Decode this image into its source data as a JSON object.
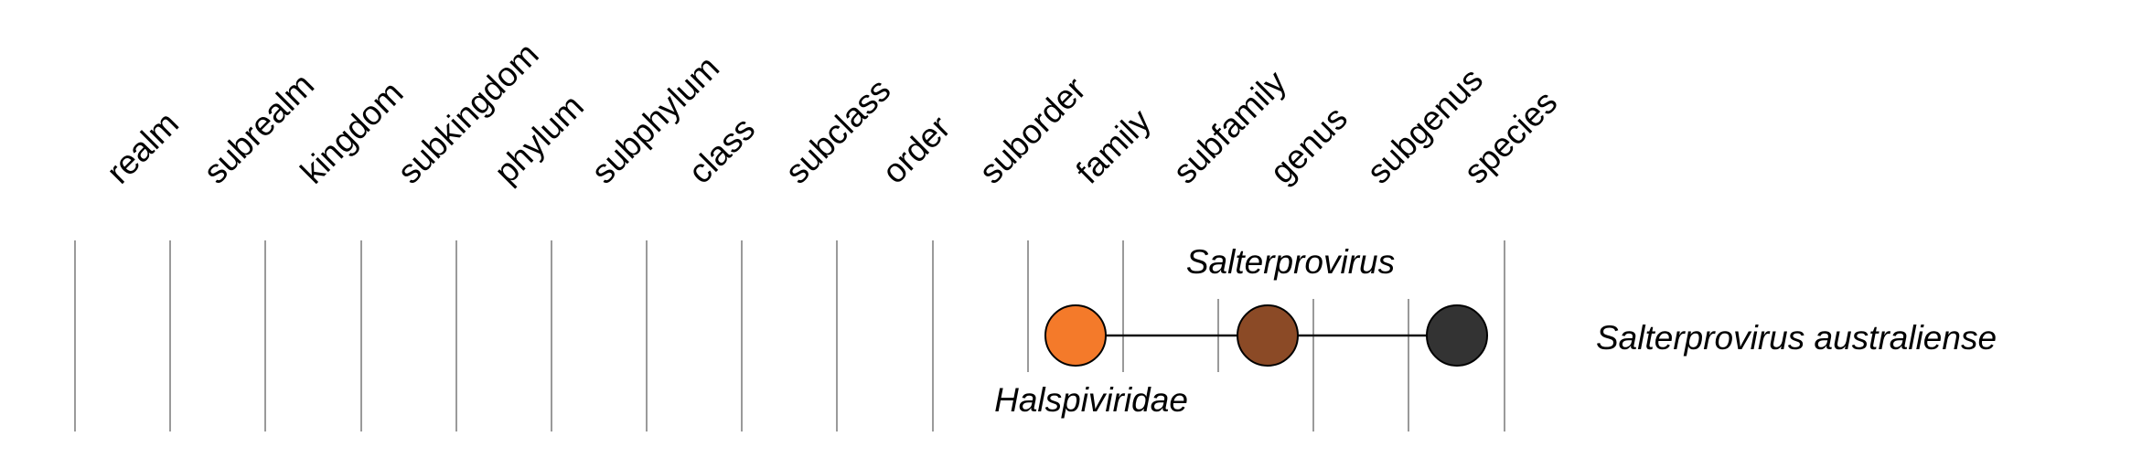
{
  "diagram": {
    "type": "taxonomy-lineage",
    "ranks": [
      "realm",
      "subrealm",
      "kingdom",
      "subkingdom",
      "phylum",
      "subphylum",
      "class",
      "subclass",
      "order",
      "suborder",
      "family",
      "subfamily",
      "genus",
      "subgenus",
      "species"
    ],
    "nodes": [
      {
        "name": "Halspiviridae",
        "rank": "family",
        "color": "#F47A2A",
        "label_position": "below"
      },
      {
        "name": "Salterprovirus",
        "rank": "genus",
        "color": "#8B4A26",
        "label_position": "above"
      },
      {
        "name": "Salterprovirus australiense",
        "rank": "species",
        "color": "#333333",
        "label_position": "right"
      }
    ],
    "edges": [
      {
        "from": "Halspiviridae",
        "to": "Salterprovirus"
      },
      {
        "from": "Salterprovirus",
        "to": "Salterprovirus australiense"
      }
    ],
    "colors": {
      "grid_line": "#9a9a9a",
      "connector": "#111111",
      "family": "#F47A2A",
      "genus": "#8B4A26",
      "species": "#333333"
    }
  }
}
